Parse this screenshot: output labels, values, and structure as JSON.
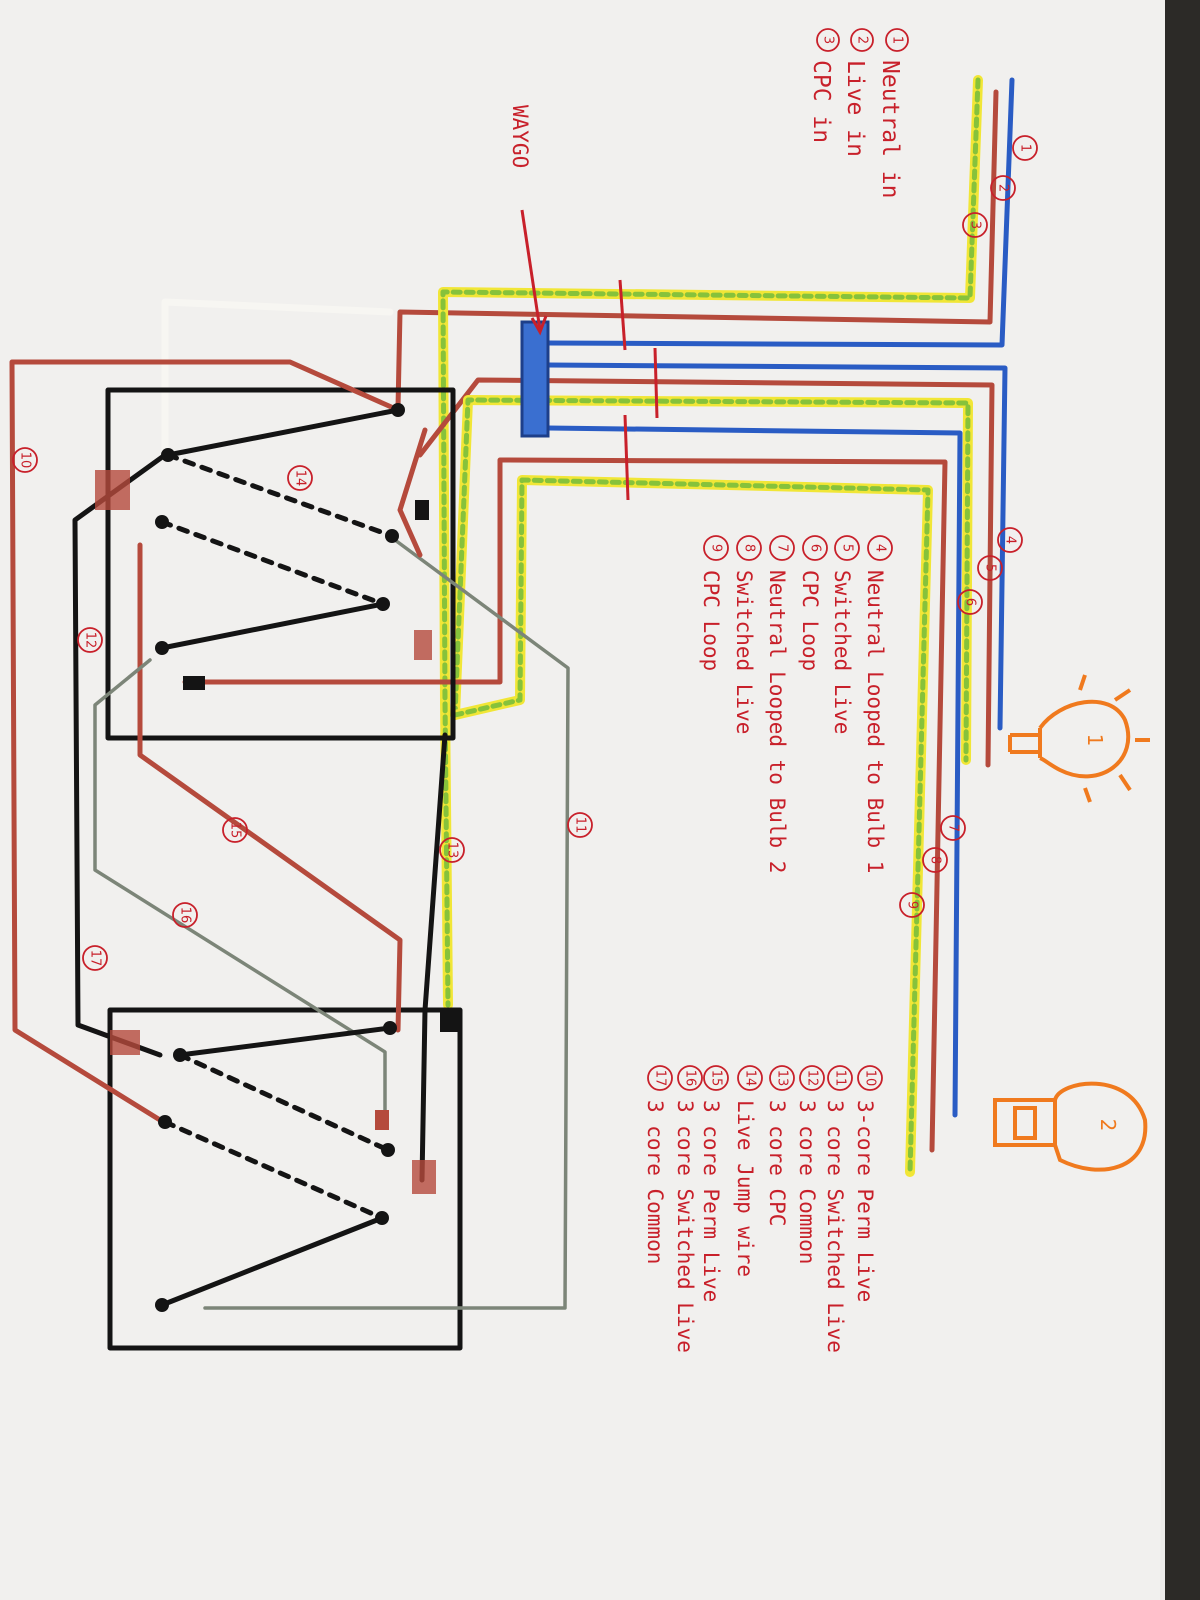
{
  "legend_in": [
    {
      "num": "1",
      "text": "Neutral in"
    },
    {
      "num": "2",
      "text": "Live in"
    },
    {
      "num": "3",
      "text": "CPC in"
    }
  ],
  "wago_label": "WAYGO",
  "legend_loops": [
    {
      "num": "4",
      "text": "Neutral Looped to Bulb 1"
    },
    {
      "num": "5",
      "text": "Switched Live"
    },
    {
      "num": "6",
      "text": "CPC Loop"
    },
    {
      "num": "7",
      "text": "Neutral Looped to Bulb 2"
    },
    {
      "num": "8",
      "text": "Switched Live"
    },
    {
      "num": "9",
      "text": "CPC Loop"
    }
  ],
  "legend_cores": [
    {
      "num": "10",
      "text": "3-core Perm Live"
    },
    {
      "num": "11",
      "text": "3 core Switched Live"
    },
    {
      "num": "12",
      "text": "3 core Common"
    },
    {
      "num": "13",
      "text": "3 core CPC"
    },
    {
      "num": "14",
      "text": "Live Jump wire"
    },
    {
      "num": "15",
      "text": "3 core Perm Live"
    },
    {
      "num": "16",
      "text": "3 core Switched Live"
    },
    {
      "num": "17",
      "text": "3 core Common"
    }
  ],
  "bulbs": [
    {
      "label": "1"
    },
    {
      "label": "2"
    }
  ],
  "wire_tags": [
    "1",
    "2",
    "3",
    "4",
    "5",
    "6",
    "7",
    "8",
    "9",
    "10",
    "11",
    "12",
    "13",
    "14",
    "15",
    "16",
    "17"
  ],
  "colors": {
    "neutral": "#2a5cc4",
    "live": "#b54a3c",
    "cpc_yellow": "#f1e636",
    "cpc_green": "#86c23b",
    "switch": "#141414",
    "strapper": "#7c8578",
    "ink": "#c8202a",
    "bulb": "#f07a1e"
  }
}
